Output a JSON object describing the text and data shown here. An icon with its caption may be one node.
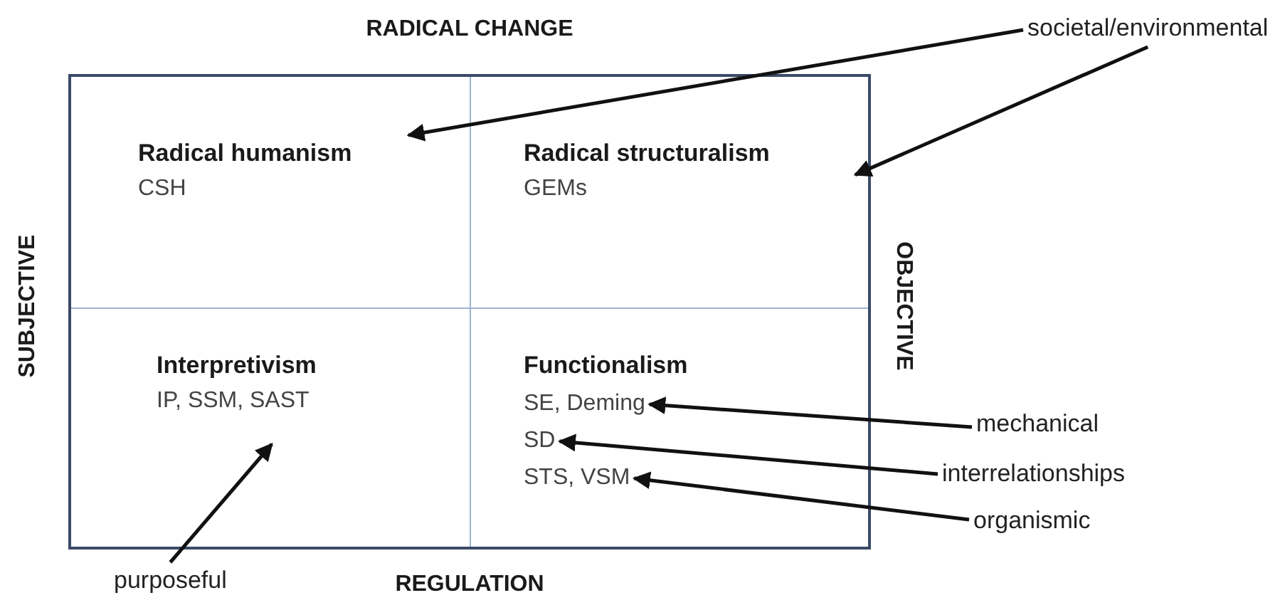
{
  "diagram": {
    "nodes": [
      {
        "text": [],
        "shape": "box"
      },
      {
        "text": [
          "Radical humanism",
          "CSH"
        ],
        "in": 0
      },
      {
        "text": [
          "Radical structuralism",
          "GEMs"
        ],
        "in": 0
      },
      {
        "text": [
          "Interpretivism",
          "IP, SSM, SAST"
        ],
        "in": 0
      },
      {
        "text": [
          "Functionalism"
        ],
        "in": 0
      },
      {
        "text": [
          "SE, Deming"
        ],
        "in": 4
      },
      {
        "text": [
          "SD"
        ],
        "in": 4
      },
      {
        "text": [
          "STS, VSM"
        ],
        "in": 4
      },
      {
        "text": [
          "societal/environmental"
        ]
      },
      {
        "text": [
          "mechanical"
        ]
      },
      {
        "text": [
          "interrelationships"
        ]
      },
      {
        "text": [
          "organismic"
        ]
      },
      {
        "text": [
          "purposeful"
        ]
      }
    ],
    "edges": [
      {
        "from": 8,
        "to": 1,
        "arrow": "to"
      },
      {
        "from": 8,
        "to": 2,
        "arrow": "to"
      },
      {
        "from": 9,
        "to": 5,
        "arrow": "to"
      },
      {
        "from": 10,
        "to": 6,
        "arrow": "to"
      },
      {
        "from": 11,
        "to": 7,
        "arrow": "to"
      },
      {
        "from": 12,
        "to": 3,
        "arrow": "to"
      }
    ],
    "labels": [
      "RADICAL CHANGE",
      "SUBJECTIVE",
      "OBJECTIVE",
      "REGULATION"
    ]
  }
}
